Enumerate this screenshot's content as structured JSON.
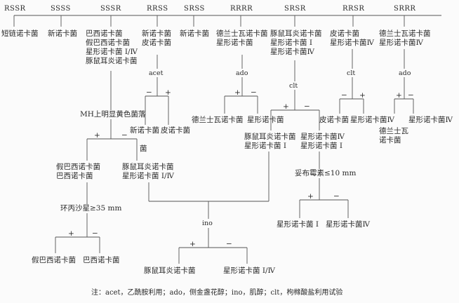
{
  "patterns": [
    "RSSR",
    "SSSS",
    "SSSR",
    "RRSS",
    "SRSS",
    "RRRR",
    "SRSR",
    "RRSR",
    "SRRR"
  ],
  "species_top": {
    "c1": [
      "短链诺卡菌"
    ],
    "c2": [
      "新诺卡菌"
    ],
    "c3": [
      "巴西诺卡菌",
      "假巴西诺卡菌",
      "星形诺卡菌 Ⅰ/Ⅳ",
      "豚鼠耳炎诺卡菌"
    ],
    "c4": [
      "新诺卡菌",
      "皮诺卡菌"
    ],
    "c5": [
      "新诺卡菌"
    ],
    "c6": [
      "德兰士瓦诺卡菌",
      "星形诺卡菌"
    ],
    "c7": [
      "豚鼠耳炎诺卡菌",
      "星形诺卡菌 Ⅰ",
      "星形诺卡菌Ⅳ"
    ],
    "c8": [
      "皮诺卡菌",
      "星形诺卡菌Ⅳ"
    ],
    "c9": [
      "德兰士瓦诺卡菌",
      "星形诺卡菌Ⅳ"
    ]
  },
  "tests": {
    "acet": "acet",
    "ado1": "ado",
    "clt1": "clt",
    "clt2": "clt",
    "ado2": "ado",
    "mh": "MH上明显黄色菌落",
    "jun": "菌",
    "cipro": "环丙沙星≥35 mm",
    "ino": "ino",
    "tobra": "妥布霉素≤10 mm"
  },
  "signs": {
    "plus": "+",
    "minus": "−"
  },
  "results": {
    "acet_plus": "新诺卡菌",
    "acet_minus": "皮诺卡菌",
    "ado1_plus": "德兰士瓦诺卡菌",
    "ado1_minus": "星形诺卡菌",
    "clt1_plus": [
      "豚鼠耳炎诺卡菌",
      "星形诺卡菌 Ⅰ"
    ],
    "clt1_minus": [
      "星形诺卡菌Ⅳ",
      "星形诺卡菌 Ⅰ"
    ],
    "clt2_plus": "皮诺卡菌",
    "clt2_minus": "星形诺卡菌Ⅳ",
    "ado2_plus": [
      "德兰士瓦",
      "诺卡菌"
    ],
    "ado2_minus": "星形诺卡菌Ⅳ",
    "mh_plus": [
      "假巴西诺卡菌",
      "巴西诺卡菌"
    ],
    "mh_minus": [
      "豚鼠耳炎诺卡菌",
      "星形诺卡菌 Ⅰ/Ⅳ"
    ],
    "cipro_plus": "假巴西诺卡菌",
    "cipro_minus": "巴西诺卡菌",
    "ino_plus": "豚鼠耳炎诺卡菌",
    "ino_minus": "星形诺卡菌 Ⅰ/Ⅳ",
    "tobra_plus": "星形诺卡菌 Ⅰ",
    "tobra_minus": "星形诺卡菌Ⅳ"
  },
  "note": "注：acet，乙酰胺利用；ado，侧金盏花醇；ino，肌醇；clt，枸橼酸盐利用试验"
}
